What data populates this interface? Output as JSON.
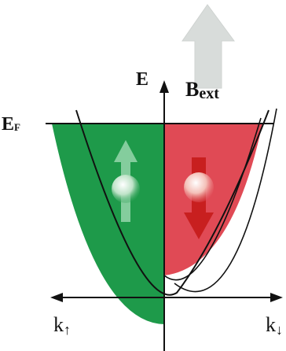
{
  "labels": {
    "energy_axis": "E",
    "fermi_level_main": "E",
    "fermi_level_sub": "F",
    "field_main": "B",
    "field_sub": "ext",
    "k_left_main": "k",
    "k_left_arrow": "↑",
    "k_right_main": "k",
    "k_right_arrow": "↓"
  },
  "colors": {
    "spin_up_band_fill": "#1e9a4a",
    "spin_down_band_fill": "#e04a55",
    "field_arrow": "#d8dcda",
    "spin_up_arrow": "#8fd3a6",
    "spin_down_arrow": "#c81f1f",
    "curve_line": "#111111"
  },
  "icons": {
    "field_arrow": "field-arrow-icon",
    "spin_up": "spin-up-electron-icon",
    "spin_down": "spin-down-electron-icon"
  }
}
